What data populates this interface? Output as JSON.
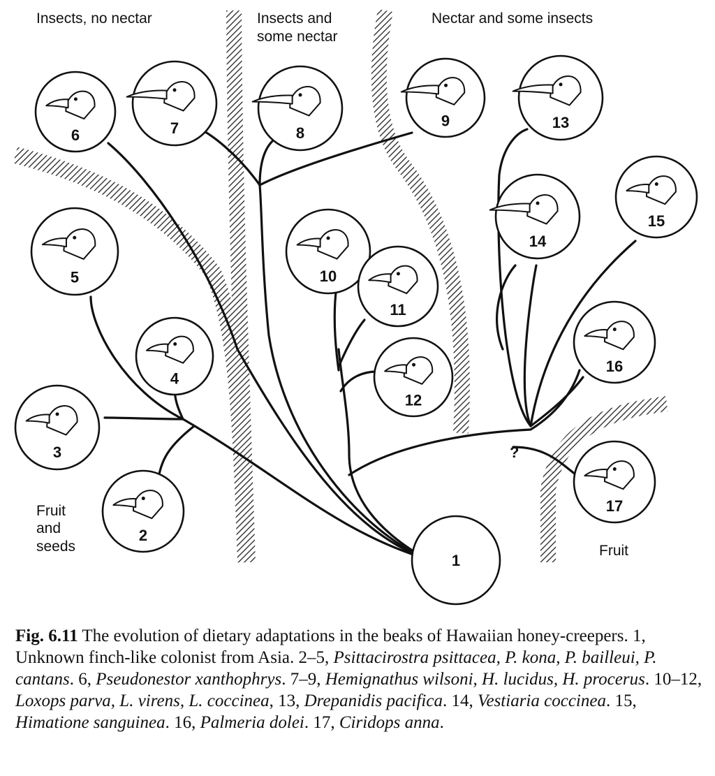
{
  "regions": {
    "insects_no_nectar": "Insects, no nectar",
    "insects_some_nectar_line1": "Insects and",
    "insects_some_nectar_line2": "some nectar",
    "nectar_some_insects": "Nectar and some insects",
    "fruit_seeds_line1": "Fruit",
    "fruit_seeds_line2": "and",
    "fruit_seeds_line3": "seeds",
    "fruit": "Fruit"
  },
  "nodes": [
    {
      "id": "1",
      "label": "1"
    },
    {
      "id": "2",
      "label": "2"
    },
    {
      "id": "3",
      "label": "3"
    },
    {
      "id": "4",
      "label": "4"
    },
    {
      "id": "5",
      "label": "5"
    },
    {
      "id": "6",
      "label": "6"
    },
    {
      "id": "7",
      "label": "7"
    },
    {
      "id": "8",
      "label": "8"
    },
    {
      "id": "9",
      "label": "9"
    },
    {
      "id": "10",
      "label": "10"
    },
    {
      "id": "11",
      "label": "11"
    },
    {
      "id": "12",
      "label": "12"
    },
    {
      "id": "13",
      "label": "13"
    },
    {
      "id": "14",
      "label": "14"
    },
    {
      "id": "15",
      "label": "15"
    },
    {
      "id": "16",
      "label": "16"
    },
    {
      "id": "17",
      "label": "17"
    }
  ],
  "uncertain_marker": "?",
  "caption": {
    "fig_label": "Fig. 6.11",
    "parts": [
      " The evolution of dietary adaptations in the beaks of Hawaiian honey-creepers. 1, Unknown finch-like colonist from Asia. 2–5, ",
      "Psittacirostra psittacea, P. kona, P. bailleui, P. cantans",
      ". 6, ",
      "Pseudonestor xanthophrys",
      ". 7–9, ",
      "Hemignathus wilsoni, H. lucidus, H. procerus",
      ". 10–12, ",
      "Loxops parva, L. virens, L. coccinea",
      ", 13, ",
      "Drepanidis pacifica",
      ". 14, ",
      "Vestiaria coccinea",
      ". 15, ",
      "Himatione sanguinea",
      ". 16, ",
      "Palmeria dolei",
      ". 17, ",
      "Ciridops anna",
      "."
    ]
  },
  "icons": {
    "bird_head": "bird-head-icon",
    "hatched_band": "hatched-boundary"
  }
}
